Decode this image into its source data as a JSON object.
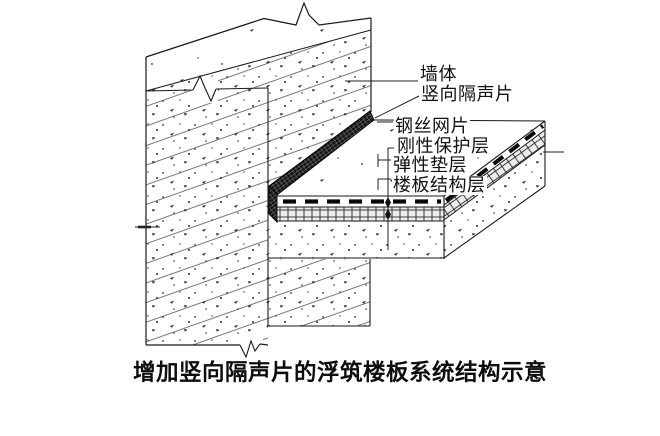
{
  "diagram": {
    "type": "construction-detail-isometric",
    "caption": "增加竖向隔声片的浮筑楼板系统结构示意",
    "labels": {
      "wall": "墙体",
      "vertical_acoustic_strip": "竖向隔声片",
      "steel_wire_mesh": "钢丝网片",
      "rigid_protection_layer": "刚性保护层",
      "resilient_cushion_layer": "弹性垫层",
      "floor_structure_layer": "楼板结构层"
    },
    "colors": {
      "background": "#ffffff",
      "line": "#1a1a1a",
      "hatch": "#4a4a4a",
      "text": "#111111",
      "strip_fill": "#121212"
    }
  }
}
